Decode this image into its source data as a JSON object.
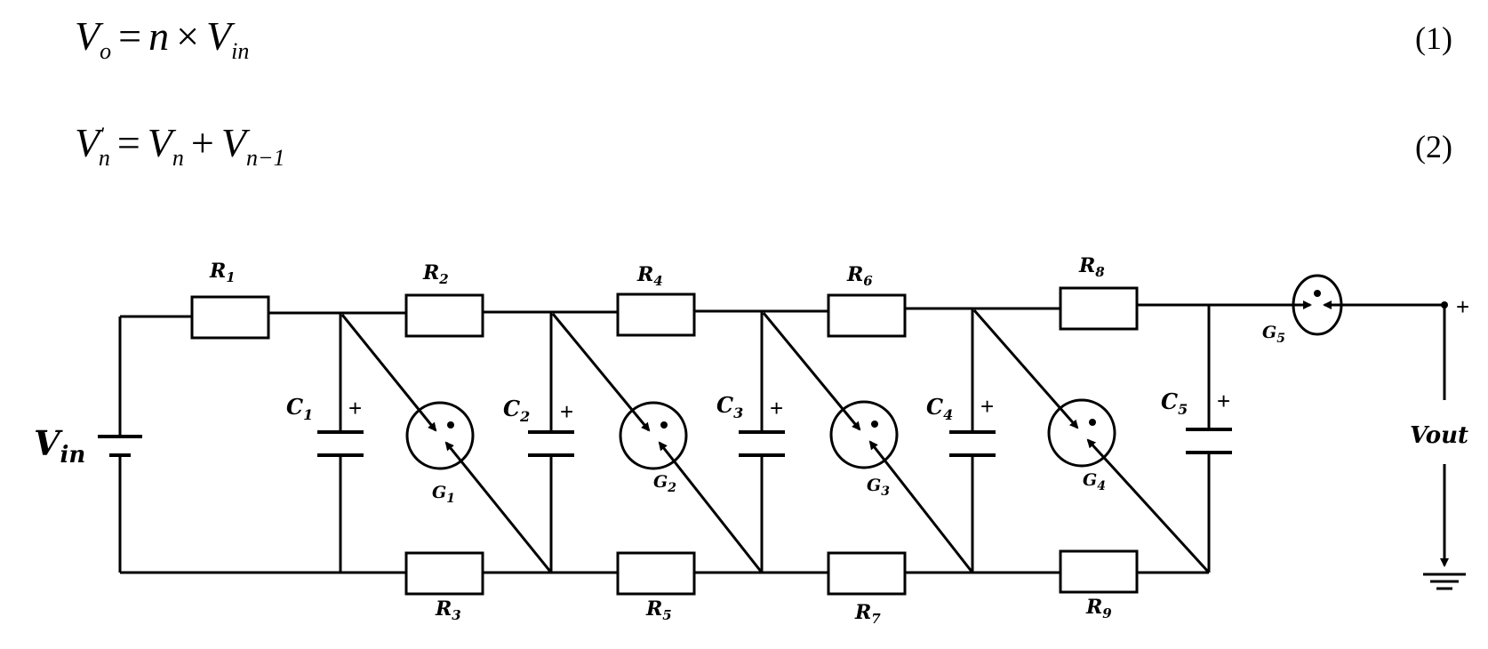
{
  "equations": [
    {
      "lhs": "V",
      "lhs_sub": "o",
      "lhs_sup": "",
      "op": "=",
      "rhs": [
        {
          "v": "n",
          "sub": ""
        },
        {
          "op": "×"
        },
        {
          "v": "V",
          "sub": "in"
        }
      ],
      "number": "(1)"
    },
    {
      "lhs": "V",
      "lhs_sub": "n",
      "lhs_sup": "'",
      "op": "=",
      "rhs": [
        {
          "v": "V",
          "sub": "n"
        },
        {
          "op": "+"
        },
        {
          "v": "V",
          "sub": "n−1"
        }
      ],
      "number": "(2)"
    }
  ],
  "circuit": {
    "source_label": "V",
    "source_label_sub": "in",
    "output_label": "Vout",
    "output_plus": "+",
    "resistors": [
      {
        "id": "R1",
        "label": "R",
        "sub": "1"
      },
      {
        "id": "R2",
        "label": "R",
        "sub": "2"
      },
      {
        "id": "R3",
        "label": "R",
        "sub": "3"
      },
      {
        "id": "R4",
        "label": "R",
        "sub": "4"
      },
      {
        "id": "R5",
        "label": "R",
        "sub": "5"
      },
      {
        "id": "R6",
        "label": "R",
        "sub": "6"
      },
      {
        "id": "R7",
        "label": "R",
        "sub": "7"
      },
      {
        "id": "R8",
        "label": "R",
        "sub": "8"
      },
      {
        "id": "R9",
        "label": "R",
        "sub": "9"
      }
    ],
    "capacitors": [
      {
        "id": "C1",
        "label": "C",
        "sub": "1",
        "plus": "+"
      },
      {
        "id": "C2",
        "label": "C",
        "sub": "2",
        "plus": "+"
      },
      {
        "id": "C3",
        "label": "C",
        "sub": "3",
        "plus": "+"
      },
      {
        "id": "C4",
        "label": "C",
        "sub": "4",
        "plus": "+"
      },
      {
        "id": "C5",
        "label": "C",
        "sub": "5",
        "plus": "+"
      }
    ],
    "gaps": [
      {
        "id": "G1",
        "label": "G",
        "sub": "1"
      },
      {
        "id": "G2",
        "label": "G",
        "sub": "2"
      },
      {
        "id": "G3",
        "label": "G",
        "sub": "3"
      },
      {
        "id": "G4",
        "label": "G",
        "sub": "4"
      },
      {
        "id": "G5",
        "label": "G",
        "sub": "5"
      }
    ]
  }
}
